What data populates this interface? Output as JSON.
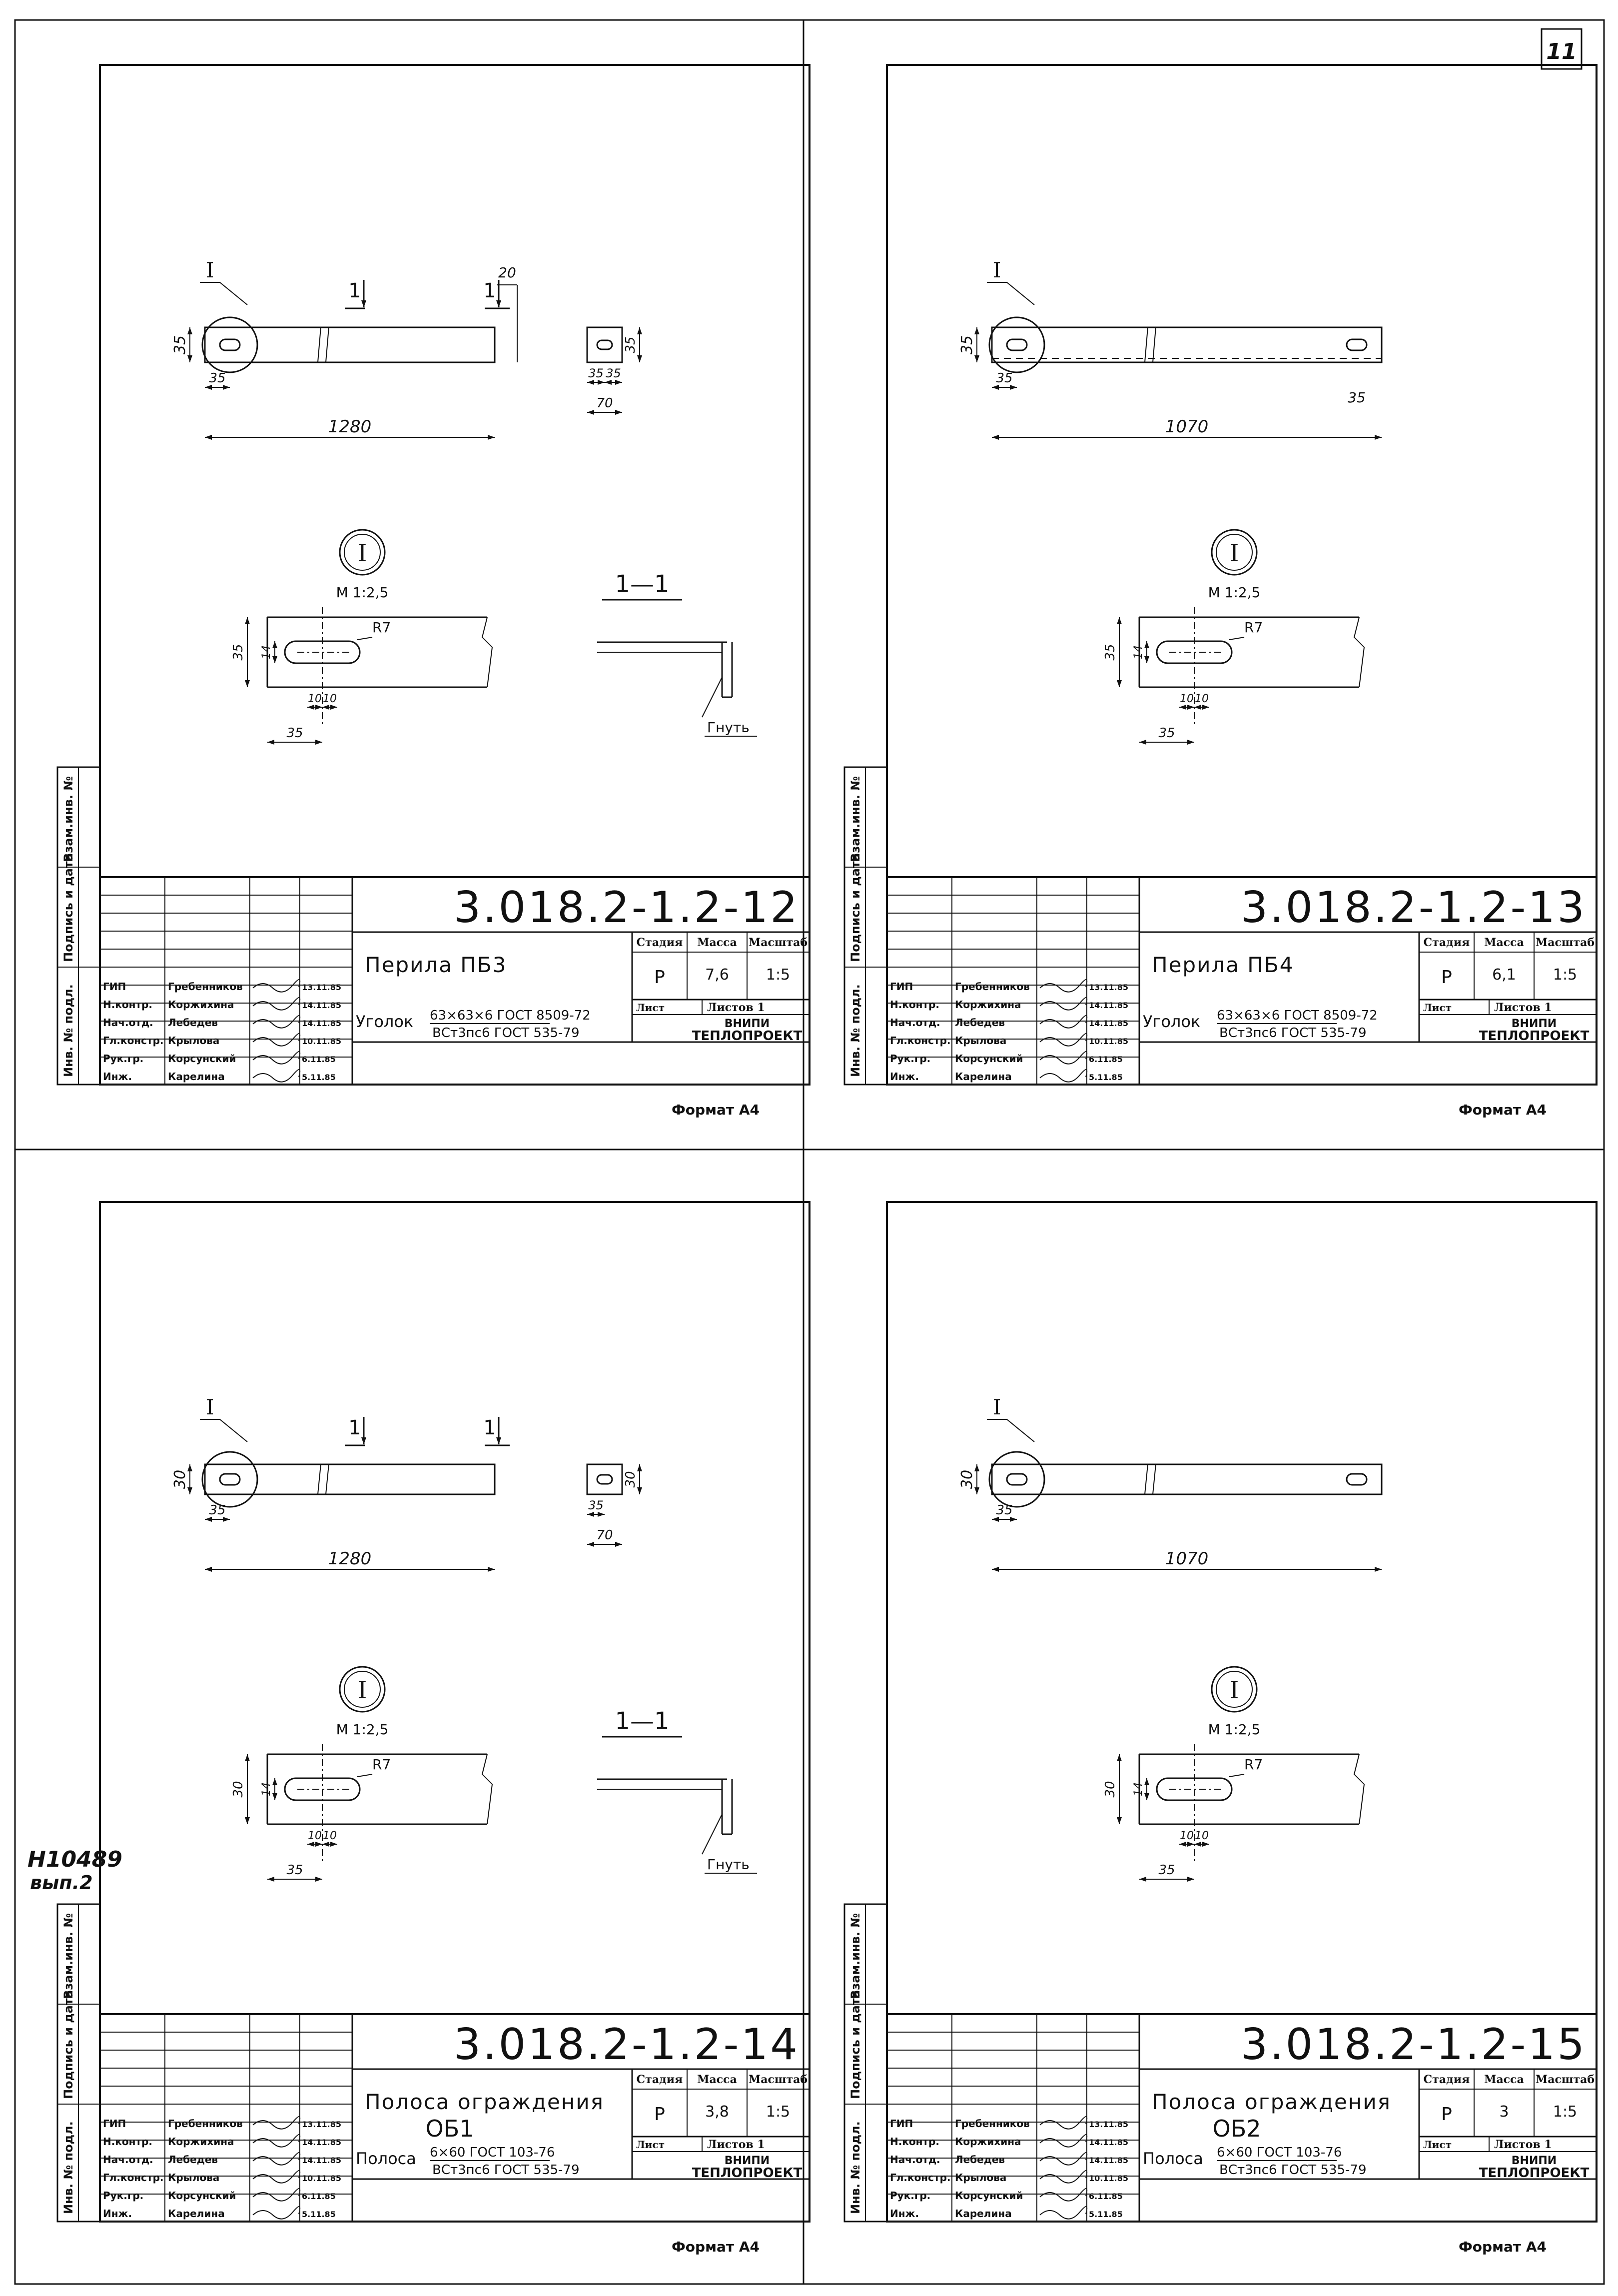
{
  "page": {
    "page_number": "11",
    "archive_note": [
      "Н10489",
      "вып.2"
    ],
    "side_stamp": [
      "Инв. № подл.",
      "Подпись и дата",
      "Взам.инв. №"
    ]
  },
  "sheets": [
    {
      "code": "3.018.2-1.2-12",
      "name": [
        "Перила ПБ3",
        ""
      ],
      "stage": "Р",
      "mass": "7,6",
      "scale": "1:5",
      "sheet_label": "Лист",
      "sheets_label": "Листов 1",
      "org": [
        "ВНИПИ",
        "ТЕПЛОПРОЕКТ"
      ],
      "material_label": "Уголок",
      "material": [
        "63×63×6 ГОСТ 8509-72",
        "ВСт3пс6 ГОСТ 535-79"
      ],
      "header": {
        "stage": "Стадия",
        "mass": "Масса",
        "scale": "Масштаб"
      },
      "staff": [
        {
          "role": "ГИП",
          "name": "Гребенников",
          "date": "13.11.85"
        },
        {
          "role": "Н.контр.",
          "name": "Коржихина",
          "date": "14.11.85"
        },
        {
          "role": "Нач.отд.",
          "name": "Лебедев",
          "date": "14.11.85"
        },
        {
          "role": "Гл.констр.",
          "name": "Крылова",
          "date": "10.11.85"
        },
        {
          "role": "Рук.гр.",
          "name": "Корсунский",
          "date": "6.11.85"
        },
        {
          "role": "Инж.",
          "name": "Карелина",
          "date": "5.11.85"
        }
      ],
      "format": "Формат А4",
      "drawing": {
        "callout": "I",
        "section_marks": [
          "1",
          "1"
        ],
        "dim_height": "35",
        "dim_hole": "35",
        "dim_total": "1280",
        "dim_lip": "20",
        "dim_side_w": [
          "35",
          "35"
        ],
        "dim_side_total": "70",
        "dim_side_h": "35",
        "detail_label": "I",
        "detail_scale": "М 1:2,5",
        "detail_h": "35",
        "detail_slot_h": "14",
        "detail_radius": "R7",
        "detail_slot_w": [
          "10",
          "10"
        ],
        "detail_offset": "35",
        "section_title": "1—1",
        "bend_note": "Гнуть"
      }
    },
    {
      "code": "3.018.2-1.2-13",
      "name": [
        "Перила ПБ4",
        ""
      ],
      "stage": "Р",
      "mass": "6,1",
      "scale": "1:5",
      "sheet_label": "Лист",
      "sheets_label": "Листов 1",
      "org": [
        "ВНИПИ",
        "ТЕПЛОПРОЕКТ"
      ],
      "material_label": "Уголок",
      "material": [
        "63×63×6 ГОСТ 8509-72",
        "ВСт3пс6 ГОСТ 535-79"
      ],
      "header": {
        "stage": "Стадия",
        "mass": "Масса",
        "scale": "Масштаб"
      },
      "staff": [
        {
          "role": "ГИП",
          "name": "Гребенников",
          "date": "13.11.85"
        },
        {
          "role": "Н.контр.",
          "name": "Коржихина",
          "date": "14.11.85"
        },
        {
          "role": "Нач.отд.",
          "name": "Лебедев",
          "date": "14.11.85"
        },
        {
          "role": "Гл.констр.",
          "name": "Крылова",
          "date": "10.11.85"
        },
        {
          "role": "Рук.гр.",
          "name": "Корсунский",
          "date": "6.11.85"
        },
        {
          "role": "Инж.",
          "name": "Карелина",
          "date": "5.11.85"
        }
      ],
      "format": "Формат А4",
      "drawing": {
        "callout": "I",
        "dim_height": "35",
        "dim_hole": "35",
        "dim_hole_right": "35",
        "dim_total": "1070",
        "detail_label": "I",
        "detail_scale": "М 1:2,5",
        "detail_h": "35",
        "detail_slot_h": "14",
        "detail_radius": "R7",
        "detail_slot_w": [
          "10",
          "10"
        ],
        "detail_offset": "35"
      }
    },
    {
      "code": "3.018.2-1.2-14",
      "name": [
        "Полоса ограждения",
        "ОБ1"
      ],
      "stage": "Р",
      "mass": "3,8",
      "scale": "1:5",
      "sheet_label": "Лист",
      "sheets_label": "Листов 1",
      "org": [
        "ВНИПИ",
        "ТЕПЛОПРОЕКТ"
      ],
      "material_label": "Полоса",
      "material": [
        "6×60 ГОСТ 103-76",
        "ВСт3пс6 ГОСТ 535-79"
      ],
      "header": {
        "stage": "Стадия",
        "mass": "Масса",
        "scale": "Масштаб"
      },
      "staff": [
        {
          "role": "ГИП",
          "name": "Гребенников",
          "date": "13.11.85"
        },
        {
          "role": "Н.контр.",
          "name": "Коржихина",
          "date": "14.11.85"
        },
        {
          "role": "Нач.отд.",
          "name": "Лебедев",
          "date": "14.11.85"
        },
        {
          "role": "Гл.констр.",
          "name": "Крылова",
          "date": "10.11.85"
        },
        {
          "role": "Рук.гр.",
          "name": "Корсунский",
          "date": "6.11.85"
        },
        {
          "role": "Инж.",
          "name": "Карелина",
          "date": "5.11.85"
        }
      ],
      "format": "Формат А4",
      "drawing": {
        "callout": "I",
        "section_marks": [
          "1",
          "1"
        ],
        "dim_height": "30",
        "dim_hole": "35",
        "dim_total": "1280",
        "dim_side_w": [
          "35"
        ],
        "dim_side_total": "70",
        "dim_side_h": "30",
        "detail_label": "I",
        "detail_scale": "М 1:2,5",
        "detail_h": "30",
        "detail_slot_h": "14",
        "detail_radius": "R7",
        "detail_slot_w": [
          "10",
          "10"
        ],
        "detail_offset": "35",
        "section_title": "1—1",
        "bend_note": "Гнуть"
      }
    },
    {
      "code": "3.018.2-1.2-15",
      "name": [
        "Полоса ограждения",
        "ОБ2"
      ],
      "stage": "Р",
      "mass": "3",
      "scale": "1:5",
      "sheet_label": "Лист",
      "sheets_label": "Листов 1",
      "org": [
        "ВНИПИ",
        "ТЕПЛОПРОЕКТ"
      ],
      "material_label": "Полоса",
      "material": [
        "6×60 ГОСТ 103-76",
        "ВСт3пс6 ГОСТ 535-79"
      ],
      "header": {
        "stage": "Стадия",
        "mass": "Масса",
        "scale": "Масштаб"
      },
      "staff": [
        {
          "role": "ГИП",
          "name": "Гребенников",
          "date": "13.11.85"
        },
        {
          "role": "Н.контр.",
          "name": "Коржихина",
          "date": "14.11.85"
        },
        {
          "role": "Нач.отд.",
          "name": "Лебедев",
          "date": "14.11.85"
        },
        {
          "role": "Гл.констр.",
          "name": "Крылова",
          "date": "10.11.85"
        },
        {
          "role": "Рук.гр.",
          "name": "Корсунский",
          "date": "6.11.85"
        },
        {
          "role": "Инж.",
          "name": "Карелина",
          "date": "5.11.85"
        }
      ],
      "format": "Формат А4",
      "drawing": {
        "callout": "I",
        "dim_height": "30",
        "dim_hole": "35",
        "dim_total": "1070",
        "detail_label": "I",
        "detail_scale": "М 1:2,5",
        "detail_h": "30",
        "detail_slot_h": "14",
        "detail_radius": "R7",
        "detail_slot_w": [
          "10",
          "10"
        ],
        "detail_offset": "35"
      }
    }
  ]
}
